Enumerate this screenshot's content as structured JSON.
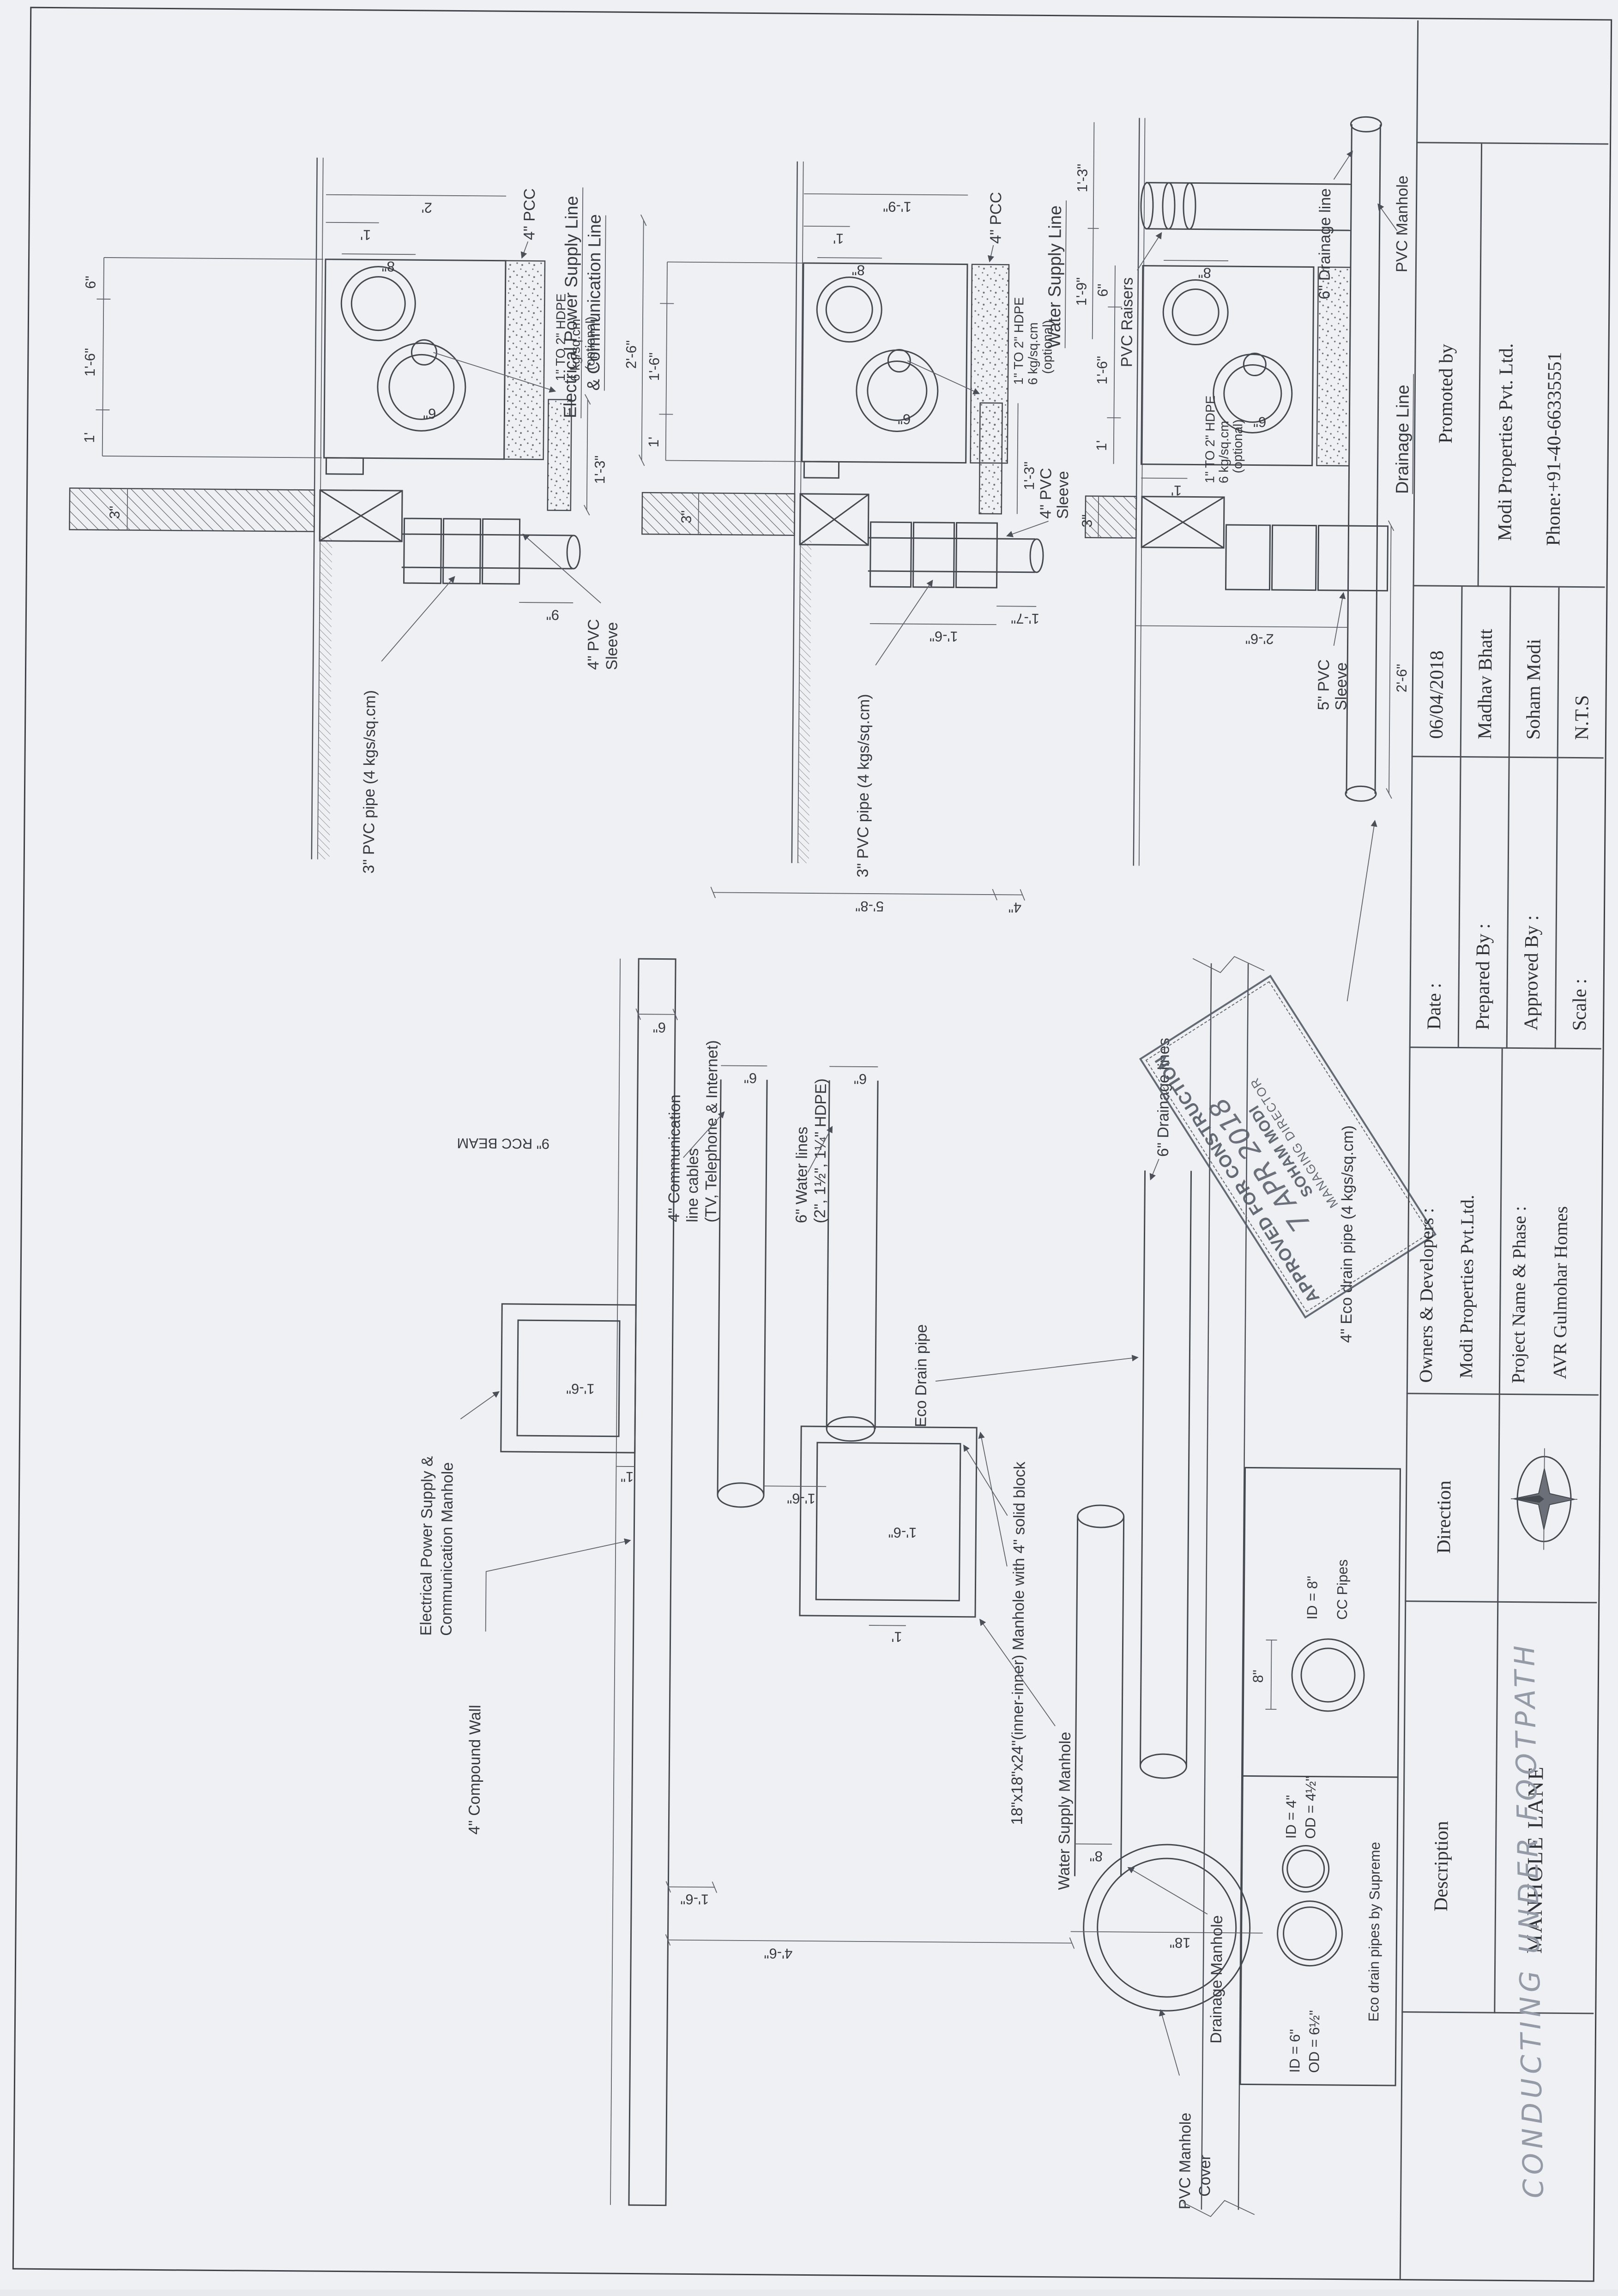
{
  "titleblock": {
    "description_label": "Description",
    "description_value": "MANHOLE LANE",
    "handwritten_note": "CONDUCTING  UNDER  FOOTPATH",
    "direction_label": "Direction",
    "owners_label": "Owners & Developers :",
    "owners_value": "Modi Properties Pvt.Ltd.",
    "project_label": "Project Name & Phase :",
    "project_value": "AVR Gulmohar Homes",
    "date_label": "Date :",
    "date_value": "06/04/2018",
    "prepared_label": "Prepared By :",
    "prepared_value": "Madhav Bhatt",
    "approved_label": "Approved By :",
    "approved_value": "Soham Modi",
    "scale_label": "Scale :",
    "scale_value": "N.T.S",
    "promoted_label": "Promoted by",
    "promoted_company": "Modi Properties Pvt. Ltd.",
    "promoted_phone": "Phone:+91-40-66335551"
  },
  "stamp": {
    "approved": "APPROVED FOR CONSTRUCTION",
    "date": "7 APR 2018",
    "name": "SOHAM MODI",
    "role": "MANAGING DIRECTOR"
  },
  "plan": {
    "rcc_beam": "9\"  RCC BEAM",
    "compound_wall": "4\" Compound Wall",
    "eps_l1": "Electrical Power Supply &",
    "eps_l2": "Communication Manhole",
    "comm_l1": "4\" Communication",
    "comm_l2": "line cables",
    "comm_l3": "(TV, Telephone & Internet)",
    "water_l1": "6\" Water lines",
    "water_l2": "(2\", 1½\", 1¼\" HDPE)",
    "drain_lines": "6\" Drainage lines",
    "eco_pipe": "Eco Drain pipe",
    "eco_drain_pipe": "4\" Eco drain pipe (4 kgs/sq.cm)",
    "manhole_note": "18\"x18\"x24\"(inner-inner) Manhole with 4\" solid block",
    "water_manhole": "Water Supply Manhole",
    "drainage_manhole": "Drainage Manhole",
    "cover_l1": "PVC Manhole",
    "cover_l2": "Cover",
    "dims": {
      "overall": "5'-8\"",
      "end": "4\"",
      "beam": "6\"",
      "box1": "1'-6\"",
      "box1_gap": "1\"",
      "box2": "1'-6\"",
      "boxgap": "1'",
      "pipegap": "1'-6\"",
      "p6a": "6\"",
      "p6b": "6\"",
      "off1": "1'-6\"",
      "len": "4'-6\"",
      "gap8": "8\"",
      "cover": "18\""
    }
  },
  "details": {
    "electrical": {
      "title_l1": "Electrical Power Supply Line",
      "title_l2": "& Communication Line",
      "pipe_label": "3\" PVC pipe (4 kgs/sq.cm)",
      "sleeve_l1": "4\" PVC",
      "sleeve_l2": "Sleeve",
      "pcc": "4\" PCC",
      "hdpe_l1": "1\" TO 2\" HDPE",
      "hdpe_l2": "6 kg/sq.cm",
      "hdpe_l3": "(optional)",
      "dims": {
        "top1": "1'",
        "top2": "1'-6\"",
        "top3": "6\"",
        "wall": "3\"",
        "v1": "1'",
        "v2": "2'",
        "c8": "8\"",
        "c6": "6\"",
        "protrude": "9\"",
        "bed": "1'-3\""
      }
    },
    "water": {
      "title": "Water Supply Line",
      "pipe_label": "3\" PVC pipe (4 kgs/sq.cm)",
      "sleeve_l1": "4\" PVC",
      "sleeve_l2": "Sleeve",
      "pcc": "4\" PCC",
      "hdpe_l1": "1\" TO 2\" HDPE",
      "hdpe_l2": "6 kg/sq.cm",
      "hdpe_l3": "(optional)",
      "dims": {
        "span": "2'-6\"",
        "top1": "1'",
        "top2": "1'-6\"",
        "wall": "3\"",
        "v1": "1'",
        "v2": "1'-9\"",
        "c8": "8\"",
        "c6": "6\"",
        "sleeve": "1'-6\"",
        "protrude": "1'-7\"",
        "bed": "1'-3\""
      }
    },
    "drainage": {
      "title": "Drainage Line",
      "raisers": "PVC Raisers",
      "drain6": "6\" Drainage line",
      "manhole": "PVC Manhole",
      "sleeve_l1": "5\" PVC",
      "sleeve_l2": "Sleeve",
      "hdpe_l1": "1\" TO 2\" HDPE",
      "hdpe_l2": "6 kg/sq.cm",
      "hdpe_l3": "(optional)",
      "dims": {
        "top1": "1'",
        "top2": "1'-6\"",
        "top3": "6\"",
        "right1": "1'-9\"",
        "right2": "1'-3\"",
        "wall": "3\"",
        "v1": "1'",
        "c8": "8\"",
        "c6": "6\"",
        "depth": "2'-6\"",
        "len": "2'-6\""
      }
    }
  },
  "legend": {
    "eco_id1": "ID = 6\"",
    "eco_od1": "OD = 6½\"",
    "eco_id2": "ID = 4\"",
    "eco_od2": "OD = 4½\"",
    "eco_caption": "Eco drain pipes by Supreme",
    "cc_dim": "8\"",
    "cc_id": "ID = 8\"",
    "cc_caption": "CC Pipes"
  }
}
